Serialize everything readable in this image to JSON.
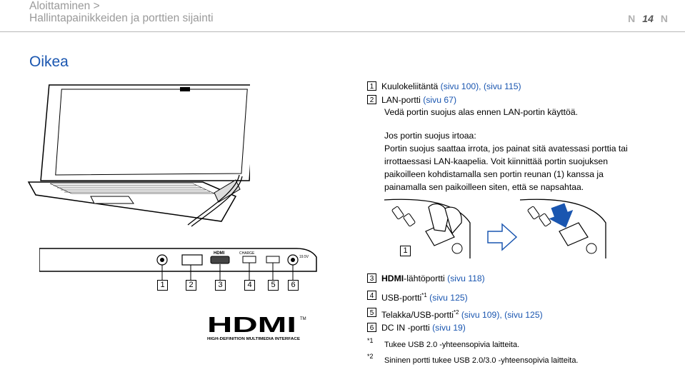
{
  "header": {
    "line1": "Aloittaminen >",
    "line2": "Hallintapainikkeiden ja porttien sijainti",
    "page_number": "14",
    "prev_arrow": "N",
    "next_arrow": "N"
  },
  "section_title": "Oikea",
  "items": [
    {
      "num": "1",
      "text": "Kuulokeliitäntä",
      "links": "(sivu 100), (sivu 115)"
    },
    {
      "num": "2",
      "text": "LAN-portti",
      "links": "(sivu 67)"
    }
  ],
  "lan_note": "Vedä portin suojus alas ennen LAN-portin käyttöä.",
  "cover_heading": "Jos portin suojus irtoaa:",
  "cover_text_1": "Portin suojus saattaa irrota, jos painat sitä avatessasi porttia tai",
  "cover_text_2": "irrottaessasi LAN-kaapelia. Voit kiinnittää portin suojuksen",
  "cover_text_3": "paikoilleen kohdistamalla sen portin reunan (1) kanssa ja",
  "cover_text_4": "painamalla sen paikoilleen siten, että se napsahtaa.",
  "items2": [
    {
      "num": "3",
      "text_bold": "HDMI",
      "text": "-lähtöportti",
      "links": "(sivu 118)"
    },
    {
      "num": "4",
      "text": "USB-portti",
      "sup": "*1",
      "links": "(sivu 125)"
    },
    {
      "num": "5",
      "text": "Telakka/USB-portti",
      "sup": "*2",
      "links": "(sivu 109), (sivu 125)"
    },
    {
      "num": "6",
      "text": "DC IN -portti",
      "links": "(sivu 19)"
    }
  ],
  "footnotes": [
    {
      "mark": "*1",
      "text": "Tukee USB 2.0 -yhteensopivia laitteita."
    },
    {
      "mark": "*2",
      "text": "Sininen portti tukee USB 2.0/3.0 -yhteensopivia laitteita."
    }
  ],
  "diagram": {
    "callouts": [
      "1",
      "2",
      "3",
      "4",
      "5",
      "6"
    ],
    "cover_callout": "1",
    "port_labels": {
      "hdmi": "HDMI",
      "charge": "CHARGE",
      "dcin": "19.5V"
    }
  },
  "hdmi_logo": {
    "wordmark": "HDMI",
    "tm": "TM",
    "tagline": "HIGH-DEFINITION MULTIMEDIA INTERFACE"
  }
}
